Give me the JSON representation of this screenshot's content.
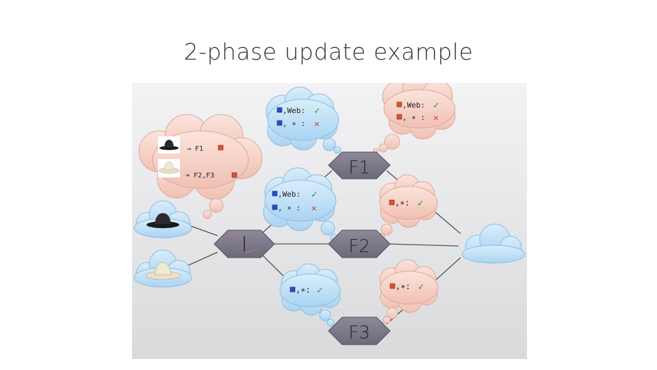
{
  "slide": {
    "title": "2-phase update example"
  },
  "diagram": {
    "switch_labels": {
      "i": "I",
      "f1": "F1",
      "f2": "F2",
      "f3": "F3"
    },
    "colors": {
      "blue_tag": "#2a4fc8",
      "red_tag": "#d8522e",
      "check": "#2a9a2a",
      "cross": "#d83a2a"
    },
    "classifier_map": {
      "row1": "→ F1",
      "row2": "➔ F2,F3"
    },
    "rules": {
      "f1_top_blue": {
        "web": ",Web:",
        "star": ",  ∗ :",
        "web_mark": "✓",
        "star_mark": "✕"
      },
      "f1_top_red": {
        "web": ",Web:",
        "star": ",  ∗ :",
        "web_mark": "✓",
        "star_mark": "✕"
      },
      "mid_blue": {
        "web": ",Web:",
        "star": ",  ∗ :",
        "web_mark": "✓",
        "star_mark": "✕"
      },
      "f2_red": {
        "star": ",∗:",
        "mark": "✓"
      },
      "f3_blue": {
        "star": ",∗:",
        "mark": "✓"
      },
      "f3_red": {
        "star": ",∗:",
        "mark": "✓"
      }
    }
  }
}
